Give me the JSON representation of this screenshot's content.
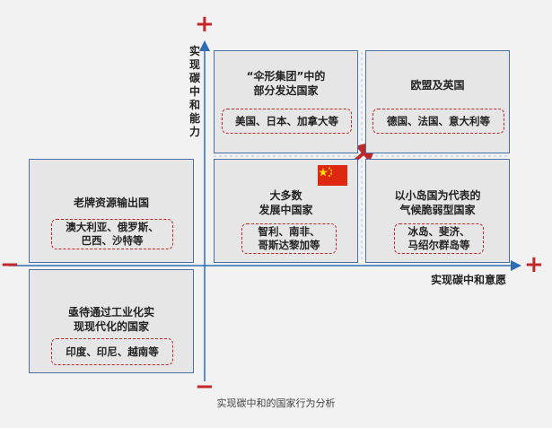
{
  "axes": {
    "x_label": "实现碳中和意愿",
    "y_label": "实现碳中和能力",
    "plus": "+",
    "minus": "−",
    "axis_color": "#2e6db4",
    "sign_color": "#c0282a"
  },
  "quadrants": {
    "top_center": {
      "title": "“伞形集团”中的\n部分发达国家",
      "countries": "美国、日本、加拿大等"
    },
    "top_right": {
      "title": "欧盟及英国",
      "countries": "德国、法国、意大利等"
    },
    "mid_left": {
      "title": "老牌资源输出国",
      "countries": "澳大利亚、俄罗斯、\n巴西、沙特等"
    },
    "mid_center": {
      "title": "大多数\n发展中国家",
      "countries": "智利、南非、\n哥斯达黎加等"
    },
    "mid_right": {
      "title": "以小岛国为代表的\n气候脆弱型国家",
      "countries": "冰岛、斐济、\n马绍尔群岛等"
    },
    "bottom_left": {
      "title": "亟待通过工业化实\n现现代化的国家",
      "countries": "印度、印尼、越南等"
    }
  },
  "flag": {
    "name": "china-flag-icon",
    "color": "#de2910",
    "star_color": "#ffde00"
  },
  "caption": "实现碳中和的国家行为分析"
}
